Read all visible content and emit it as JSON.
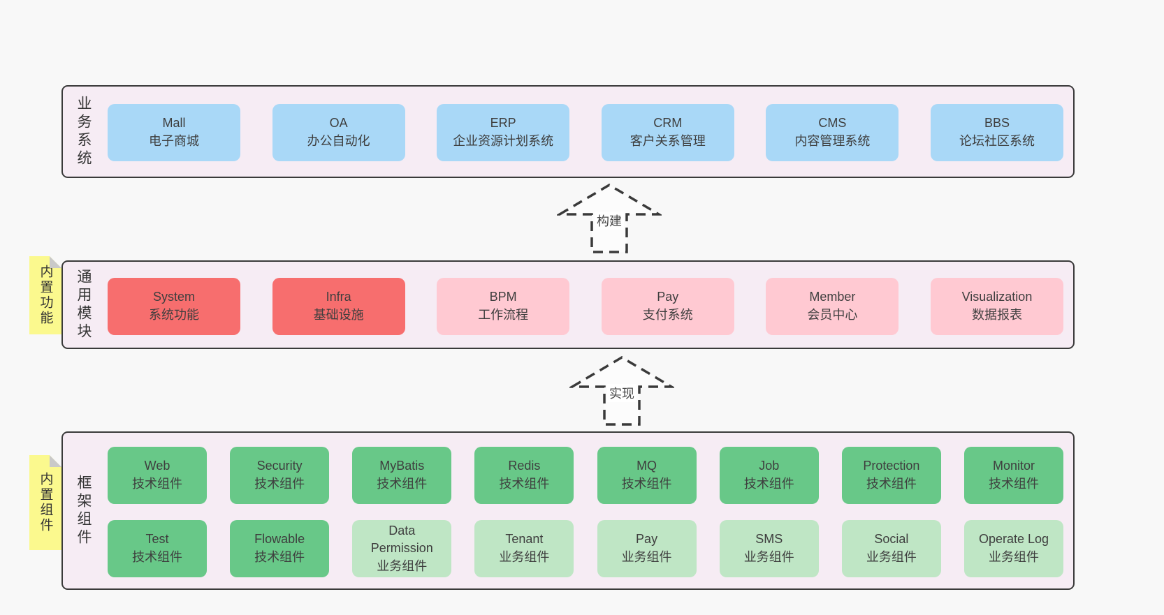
{
  "diagram": {
    "layers": [
      {
        "side_label": "业务系统",
        "boxes": [
          {
            "name": "Mall",
            "subtitle": "电子商城"
          },
          {
            "name": "OA",
            "subtitle": "办公自动化"
          },
          {
            "name": "ERP",
            "subtitle": "企业资源计划系统"
          },
          {
            "name": "CRM",
            "subtitle": "客户关系管理"
          },
          {
            "name": "CMS",
            "subtitle": "内容管理系统"
          },
          {
            "name": "BBS",
            "subtitle": "论坛社区系统"
          }
        ]
      },
      {
        "side_label": "通用模块",
        "sticky_note": "内置功能",
        "boxes": [
          {
            "name": "System",
            "subtitle": "系统功能",
            "emphasis": "strong"
          },
          {
            "name": "Infra",
            "subtitle": "基础设施",
            "emphasis": "strong"
          },
          {
            "name": "BPM",
            "subtitle": "工作流程",
            "emphasis": "light"
          },
          {
            "name": "Pay",
            "subtitle": "支付系统",
            "emphasis": "light"
          },
          {
            "name": "Member",
            "subtitle": "会员中心",
            "emphasis": "light"
          },
          {
            "name": "Visualization",
            "subtitle": "数据报表",
            "emphasis": "light"
          }
        ]
      },
      {
        "side_label": "框架组件",
        "sticky_note": "内置组件",
        "rows": [
          [
            {
              "name": "Web",
              "subtitle": "技术组件"
            },
            {
              "name": "Security",
              "subtitle": "技术组件"
            },
            {
              "name": "MyBatis",
              "subtitle": "技术组件"
            },
            {
              "name": "Redis",
              "subtitle": "技术组件"
            },
            {
              "name": "MQ",
              "subtitle": "技术组件"
            },
            {
              "name": "Job",
              "subtitle": "技术组件"
            },
            {
              "name": "Protection",
              "subtitle": "技术组件"
            },
            {
              "name": "Monitor",
              "subtitle": "技术组件"
            }
          ],
          [
            {
              "name": "Test",
              "subtitle": "技术组件"
            },
            {
              "name": "Flowable",
              "subtitle": "技术组件"
            },
            {
              "name": "Data Permission",
              "subtitle": "业务组件"
            },
            {
              "name": "Tenant",
              "subtitle": "业务组件"
            },
            {
              "name": "Pay",
              "subtitle": "业务组件"
            },
            {
              "name": "SMS",
              "subtitle": "业务组件"
            },
            {
              "name": "Social",
              "subtitle": "业务组件"
            },
            {
              "name": "Operate Log",
              "subtitle": "业务组件"
            }
          ]
        ]
      }
    ],
    "arrows": [
      {
        "label": "构建"
      },
      {
        "label": "实现"
      }
    ],
    "colors": {
      "canvas_bg": "#f8f8f8",
      "panel_bg": "#f6ecf4",
      "panel_border": "#3a3a3a",
      "box_blue": "#a9d8f7",
      "box_red": "#f76e6e",
      "box_pink": "#ffc9d2",
      "box_green": "#68c888",
      "box_green_light": "#bfe6c5",
      "sticky_yellow": "#fbf98e",
      "sticky_fold": "#c9c9c9",
      "text": "#3e3e3e"
    }
  }
}
